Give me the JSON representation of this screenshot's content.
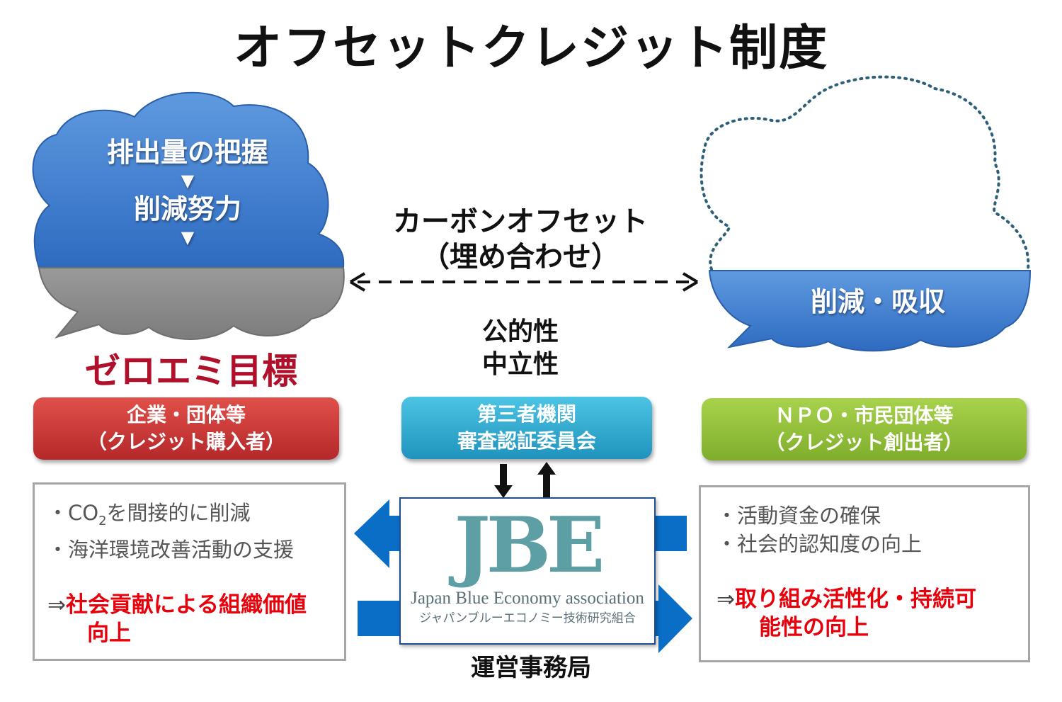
{
  "title": "オフセットクレジット制度",
  "left_cloud": {
    "line1": "排出量の把握",
    "arrow": "▼",
    "line2": "削減努力",
    "caption": "ゼロエミ目標"
  },
  "right_cloud": {
    "label": "削減・吸収"
  },
  "offset": {
    "line1": "カーボンオフセット",
    "line2": "（埋め合わせ）"
  },
  "principles": {
    "line1": "公的性",
    "line2": "中立性"
  },
  "buyer_button": {
    "line1": "企業・団体等",
    "line2": "（クレジット購入者）",
    "color": "#c9302c"
  },
  "committee_button": {
    "line1": "第三者機関",
    "line2": "審査認証委員会",
    "color": "#2aa7cc"
  },
  "creator_button": {
    "line1": "ＮＰＯ・市民団体等",
    "line2": "（クレジット創出者）",
    "color": "#8dbb35"
  },
  "buyer_box": {
    "bullet1_pre": "・CO",
    "bullet1_sub": "2",
    "bullet1_post": "を間接的に削減",
    "bullet2": "・海洋環境改善活動の支援",
    "result_arrow": "⇒",
    "result_line1": "社会貢献による組織価値",
    "result_line2": "向上"
  },
  "creator_box": {
    "bullet1": "・活動資金の確保",
    "bullet2": "・社会的認知度の向上",
    "result_arrow": "⇒",
    "result_line1": "取り組み活性化・持続可",
    "result_line2": "能性の向上"
  },
  "jbe": {
    "logo": "JBE",
    "name_en": "Japan Blue Economy association",
    "name_ja": "ジャパンブルーエコノミー技術研究組合",
    "caption": "運営事務局"
  }
}
